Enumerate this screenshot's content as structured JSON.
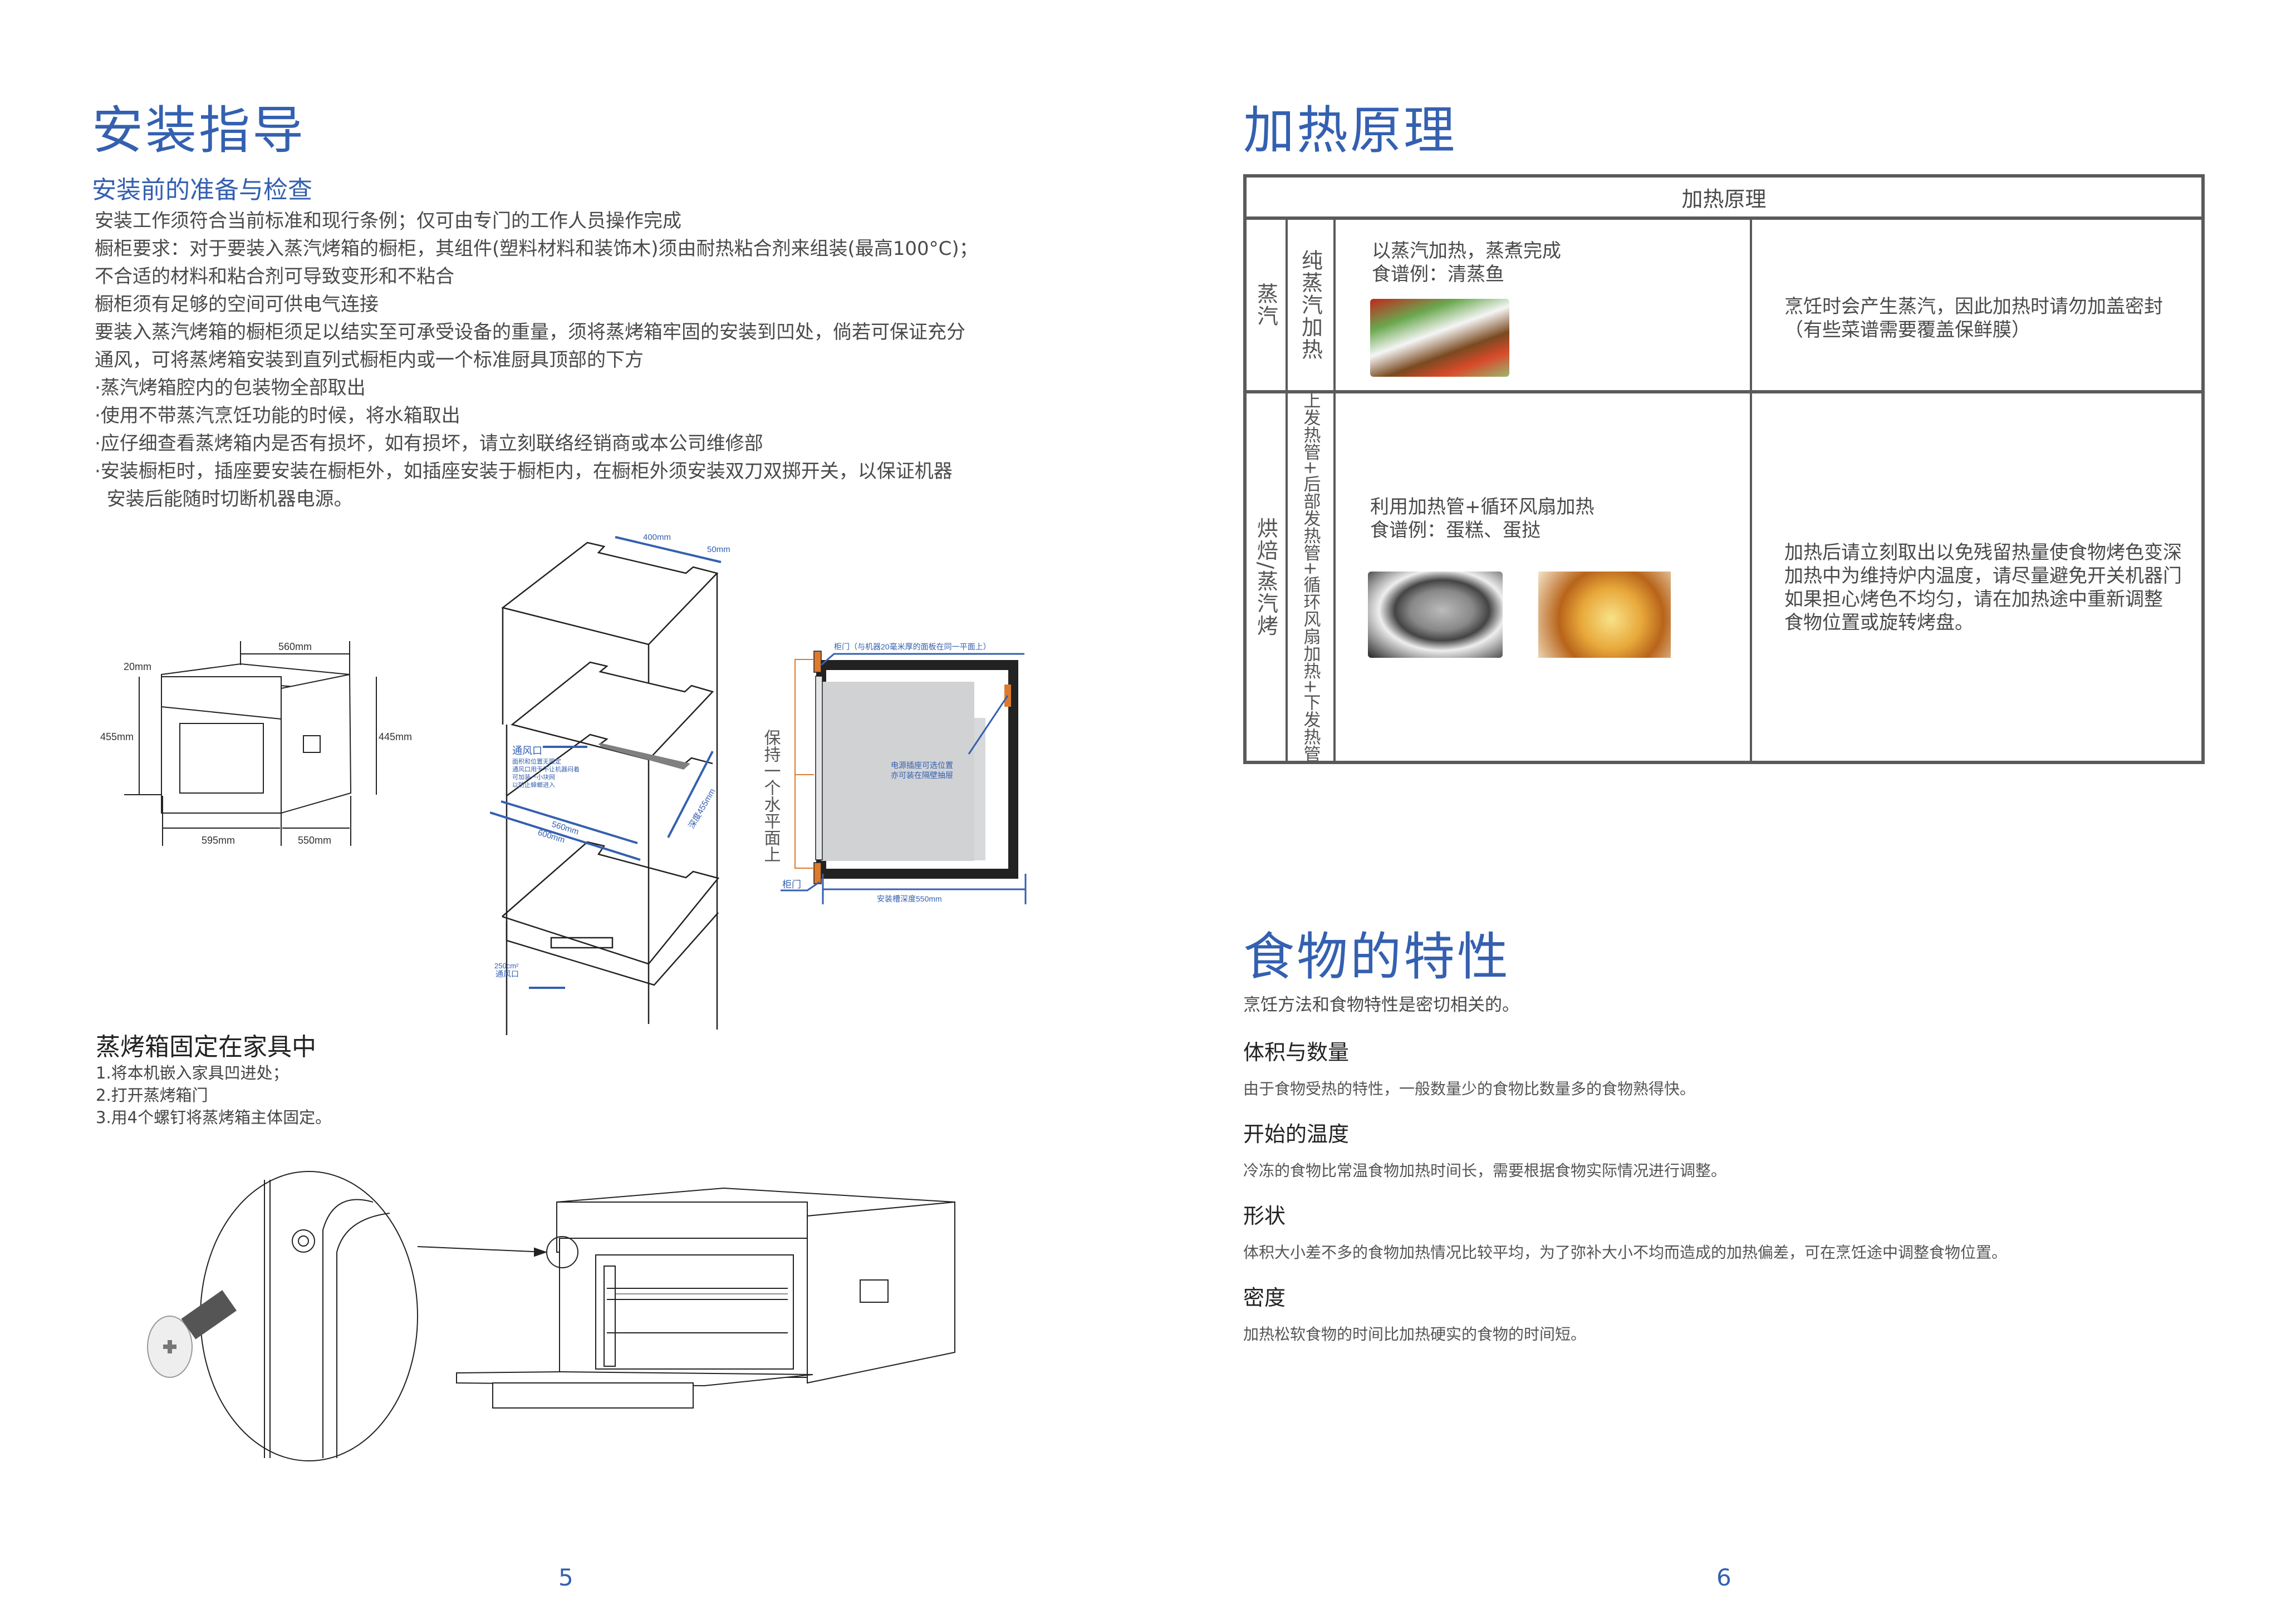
{
  "left_page": {
    "title": "安装指导",
    "section_title": "安装前的准备与检查",
    "paragraphs": [
      "安装工作须符合当前标准和现行条例；仅可由专门的工作人员操作完成",
      "橱柜要求：对于要装入蒸汽烤箱的橱柜，其组件(塑料材料和装饰木)须由耐热粘合剂来组装(最高100°C)；",
      "不合适的材料和粘合剂可导致变形和不粘合",
      "橱柜须有足够的空间可供电气连接",
      "要装入蒸汽烤箱的橱柜须足以结实至可承受设备的重量，须将蒸烤箱牢固的安装到凹处，倘若可保证充分",
      "通风，可将蒸烤箱安装到直列式橱柜内或一个标准厨具顶部的下方",
      "·蒸汽烤箱腔内的包装物全部取出",
      "·使用不带蒸汽烹饪功能的时候，将水箱取出",
      "·应仔细查看蒸烤箱内是否有损坏，如有损坏，请立刻联络经销商或本公司维修部",
      "·安装橱柜时，插座要安装在橱柜外，如插座安装于橱柜内，在橱柜外须安装双刀双掷开关，以保证机器",
      "  安装后能随时切断机器电源。"
    ],
    "diagram_dimensions": {
      "top_width": "560mm",
      "top_offset": "20mm",
      "left_height": "455mm",
      "right_height": "445mm",
      "front_width": "595mm",
      "side_depth": "550mm"
    },
    "cabinet_diagram": {
      "top_cutout": "400mm",
      "top_margin": "50mm",
      "vent_title": "通风口",
      "vent_notes": [
        "面积和位置无限定",
        "通风口用于不让机器闷着",
        "可加装一小块网",
        "以防止蟑螂进入"
      ],
      "inner_width": "560mm",
      "outer_width": "600mm",
      "depth": "深度455mm",
      "bottom_vent_area": "250cm²",
      "bottom_vent_label": "通风口"
    },
    "side_section_diagram": {
      "door_note": "柜门（与机器20毫米厚的面板在同一平面上）",
      "level_note": "保持一个水平面上",
      "socket_note_1": "电源插座可选位置",
      "socket_note_2": "亦可装在隔壁抽屉",
      "bottom_door": "柜门",
      "slot_depth": "安装槽深度550mm"
    },
    "fix_section": {
      "title": "蒸烤箱固定在家具中",
      "steps": [
        "1.将本机嵌入家具凹进处；",
        "2.打开蒸烤箱门",
        "3.用4个螺钉将蒸烤箱主体固定。"
      ]
    },
    "page_number": "5"
  },
  "right_page": {
    "title": "加热原理",
    "table": {
      "header": "加热原理",
      "rows": [
        {
          "mode": "蒸汽",
          "method": "纯蒸汽加热",
          "description": "以蒸汽加热，蒸煮完成",
          "recipe": "食谱例：清蒸鱼",
          "images": [
            "steamed-fish-photo"
          ],
          "notes": [
            "烹饪时会产生蒸汽，因此加热时请勿加盖密封",
            "（有些菜谱需要覆盖保鲜膜）"
          ]
        },
        {
          "mode": "烘焙/蒸汽烤",
          "method": "上发热管+后部发热管+循环风扇加热+下发热管",
          "description": "利用加热管+循环风扇加热",
          "recipe": "食谱例：蛋糕、蛋挞",
          "images": [
            "cake-photo",
            "egg-tart-photo"
          ],
          "notes": [
            "加热后请立刻取出以免残留热量使食物烤色变深",
            "加热中为维持炉内温度，请尽量避免开关机器门",
            "如果担心烤色不均匀，请在加热途中重新调整",
            "食物位置或旋转烤盘。"
          ]
        }
      ]
    },
    "food_section": {
      "title": "食物的特性",
      "intro": "烹饪方法和食物特性是密切相关的。",
      "items": [
        {
          "heading": "体积与数量",
          "text": "由于食物受热的特性，一般数量少的食物比数量多的食物熟得快。"
        },
        {
          "heading": "开始的温度",
          "text": "冷冻的食物比常温食物加热时间长，需要根据食物实际情况进行调整。"
        },
        {
          "heading": "形状",
          "text": "体积大小差不多的食物加热情况比较平均，为了弥补大小不均而造成的加热偏差，可在烹饪途中调整食物位置。"
        },
        {
          "heading": "密度",
          "text": "加热松软食物的时间比加热硬实的食物的时间短。"
        }
      ]
    },
    "page_number": "6"
  },
  "colors": {
    "accent_blue": "#3460b0",
    "text_gray": "#4a4a4a",
    "table_border": "#5a5a5a",
    "orange": "#dc7a2e"
  }
}
